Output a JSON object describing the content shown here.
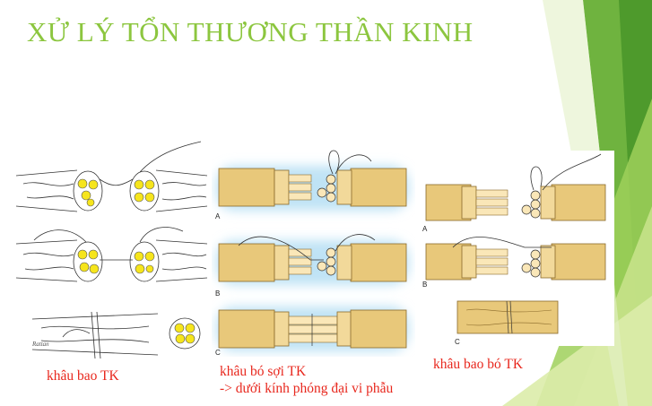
{
  "slide": {
    "title": "XỬ LÝ TỔN THƯƠNG THẦN KINH",
    "captions": {
      "epineural": "khâu bao TK",
      "fascicular_line1": "khâu bó sợi TK",
      "fascicular_line2": "-> dưới kính phóng đại vi phẫu",
      "group_fascicular": "khâu bao bó TK"
    },
    "panel_labels": {
      "middle": [
        "A",
        "B",
        "C"
      ],
      "right": [
        "A",
        "B",
        "C"
      ]
    },
    "colors": {
      "title_green": "#8cc63f",
      "caption_red": "#e8271d",
      "nerve_tan": "#e8c87a",
      "fascicle_yellow": "#f6e51c",
      "glow_blue": "#bfe3f5"
    }
  }
}
